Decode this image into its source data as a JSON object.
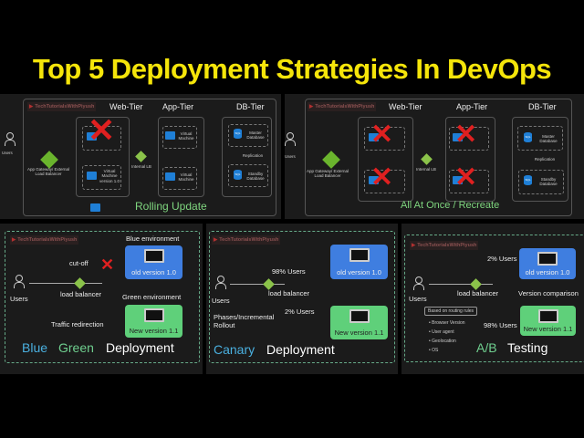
{
  "title": "Top 5 Deployment Strategies In DevOps",
  "watermark": "TechTutorialsWithPiyush",
  "colors": {
    "title": "#f5e50a",
    "blue_env": "#3f7ee0",
    "green_env": "#5fd07a",
    "cross": "#e02020",
    "lb": "#6ab42d"
  },
  "rolling": {
    "tiers": [
      "Web-Tier",
      "App-Tier",
      "DB-Tier"
    ],
    "users": "Users",
    "gateway": "App Gateway/ External Load Balancer",
    "internal_lb": "Internal LB",
    "vm1": "Virtual Machine version 1.0",
    "vm2": "Virtual Machine version 1.0",
    "app_vm": "Virtual Machine",
    "master": "Master Database",
    "replication": "Replication",
    "standby": "Standby Database",
    "caption": "Rolling Update"
  },
  "recreate": {
    "tiers": [
      "Web-Tier",
      "App-Tier",
      "DB-Tier"
    ],
    "users": "Users",
    "gateway": "App Gateway/ External Load Balancer",
    "internal_lb": "Internal LB",
    "master": "Master Database",
    "replication": "Replication",
    "standby": "Standby Database",
    "caption": "All At Once / Recreate"
  },
  "bluegreen": {
    "users": "Users",
    "lb": "load balancer",
    "cutoff": "cut-off",
    "blue_label": "Blue environment",
    "old": "old version 1.0",
    "green_label": "Green environment",
    "new": "New version 1.1",
    "redirect": "Traffic redirection",
    "cap_blue": "Blue",
    "cap_green": "Green",
    "cap_rest": "Deployment"
  },
  "canary": {
    "users": "Users",
    "lb": "load balancer",
    "top_pct": "98% Users",
    "old": "old version 1.0",
    "phases": "Phases/Incremental Rollout",
    "bottom_pct": "2% Users",
    "new": "New version 1.1",
    "cap_a": "Canary",
    "cap_b": "Deployment"
  },
  "ab": {
    "users": "Users",
    "lb": "load balancer",
    "top_pct": "2% Users",
    "old": "old version 1.0",
    "comparison": "Version comparison",
    "rules": "Based on routing rules",
    "bullets": [
      "Browser Version",
      "User agent",
      "Geolocation",
      "OS"
    ],
    "bottom_pct": "98% Users",
    "new": "New version 1.1",
    "cap_a": "A/B",
    "cap_b": "Testing"
  }
}
